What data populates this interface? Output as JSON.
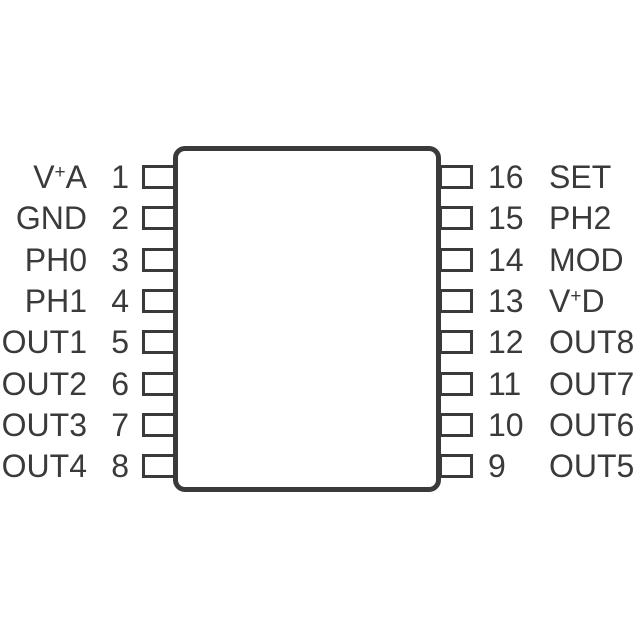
{
  "diagram": {
    "type": "ic-pinout",
    "pin_count": 16,
    "colors": {
      "line": "#3a3a3a",
      "text": "#3a3a3a",
      "background": "#ffffff",
      "body_fill": "#ffffff"
    },
    "pins_left": [
      {
        "number": "1",
        "label": "V+A",
        "parts": [
          "V",
          "+",
          "A"
        ]
      },
      {
        "number": "2",
        "label": "GND"
      },
      {
        "number": "3",
        "label": "PH0"
      },
      {
        "number": "4",
        "label": "PH1"
      },
      {
        "number": "5",
        "label": "OUT1"
      },
      {
        "number": "6",
        "label": "OUT2"
      },
      {
        "number": "7",
        "label": "OUT3"
      },
      {
        "number": "8",
        "label": "OUT4"
      }
    ],
    "pins_right": [
      {
        "number": "16",
        "label": "SET"
      },
      {
        "number": "15",
        "label": "PH2"
      },
      {
        "number": "14",
        "label": "MOD"
      },
      {
        "number": "13",
        "label": "V+D",
        "parts": [
          "V",
          "+",
          "D"
        ]
      },
      {
        "number": "12",
        "label": "OUT8"
      },
      {
        "number": "11",
        "label": "OUT7"
      },
      {
        "number": "10",
        "label": "OUT6"
      },
      {
        "number": "9",
        "label": "OUT5"
      }
    ]
  }
}
